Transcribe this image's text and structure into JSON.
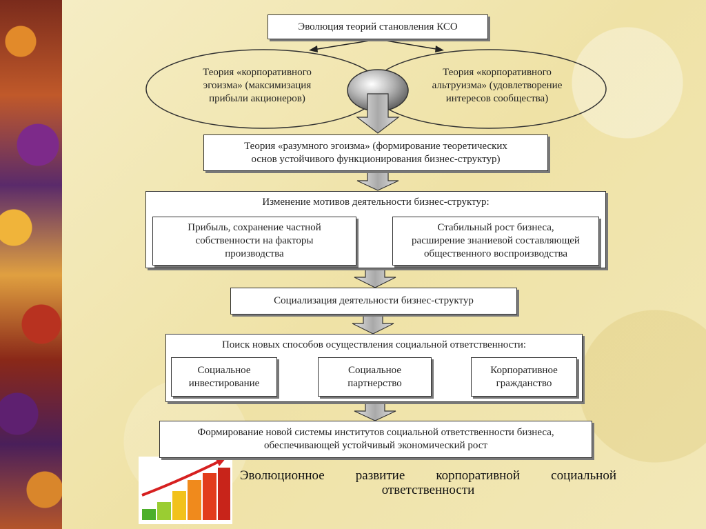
{
  "diagram": {
    "title": "Эволюция теорий становления КСО",
    "ellipse_left": [
      "Теория «корпоративного",
      "эгоизма» (максимизация",
      "прибыли акционеров)"
    ],
    "ellipse_right": [
      "Теория «корпоративного",
      "альтруизма» (удовлетворение",
      "интересов сообщества)"
    ],
    "reasonable_egoism": [
      "Теория «разумного эгоизма» (формирование теоретических",
      "основ устойчивого функционирования бизнес-структур)"
    ],
    "motives": {
      "title": "Изменение мотивов деятельности бизнес-структур:",
      "from": [
        "Прибыль, сохранение частной",
        "собственности на факторы",
        "производства"
      ],
      "to": [
        "Стабильный рост бизнеса,",
        "расширение знаниевой составляющей",
        "общественного воспроизводства"
      ]
    },
    "socialization": "Социализация деятельности бизнес-структур",
    "search": {
      "title": "Поиск новых способов осуществления социальной ответственности:",
      "items": [
        [
          "Социальное",
          "инвестирование"
        ],
        [
          "Социальное",
          "партнерство"
        ],
        [
          "Корпоративное",
          "гражданство"
        ]
      ]
    },
    "final": [
      "Формирование новой системы институтов социальной ответственности бизнеса,",
      "обеспечивающей устойчивый экономический рост"
    ]
  },
  "caption": {
    "line1": "Эволюционное развитие корпоративной социальной",
    "line2": "ответственности"
  },
  "colors": {
    "background": "#f3e9b9",
    "box_border": "#333333",
    "arrow_fill": "#bdbdbd",
    "chart_bars": [
      "#4caf2a",
      "#9acd32",
      "#f2c21b",
      "#f08a1c",
      "#e23c1c"
    ],
    "chart_arrow": "#d62020"
  }
}
